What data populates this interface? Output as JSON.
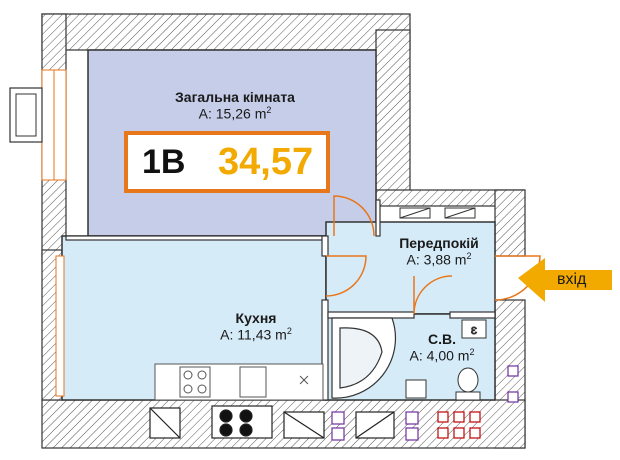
{
  "plan": {
    "type_label": "1В",
    "total_area": "34,57",
    "area_unit": "m",
    "area_unit_exp": "2",
    "area_prefix": "A:",
    "entry_label": "вхід",
    "rooms": [
      {
        "name": "Загальна кімната",
        "area": "15,26",
        "fill": "#c5cde8"
      },
      {
        "name": "Передпокій",
        "area": "3,88",
        "fill": "#d6ebf8"
      },
      {
        "name": "Кухня",
        "area": "11,43",
        "fill": "#d6ebf8"
      },
      {
        "name": "С.В.",
        "area": "4,00",
        "fill": "#d6ebf8"
      }
    ]
  },
  "colors": {
    "badge_border": "#e8761a",
    "total_area_text": "#f2a900",
    "entry_arrow": "#f2a900",
    "wall_hatch": "#555555",
    "door_swing": "#e8761a",
    "vent_marks": "#7030a0"
  }
}
